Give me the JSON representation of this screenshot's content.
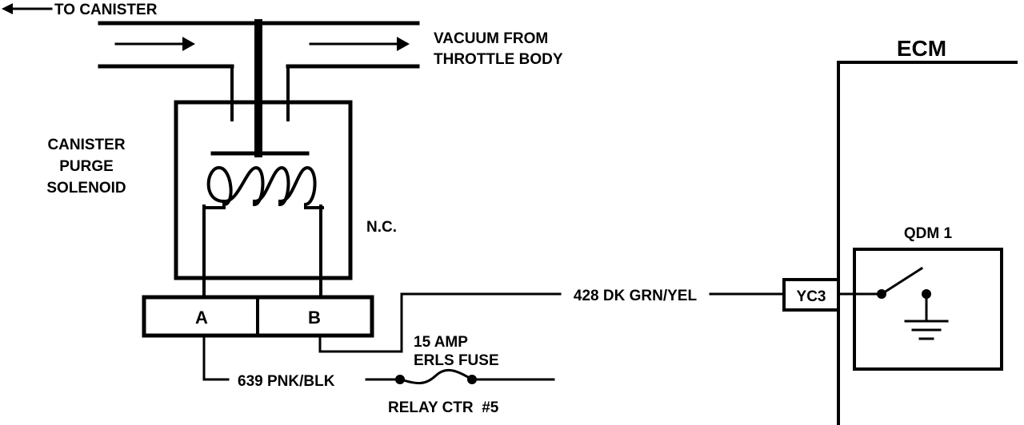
{
  "labels": {
    "to_canister": "TO CANISTER",
    "vacuum_line1": "VACUUM FROM",
    "vacuum_line2": "THROTTLE BODY",
    "solenoid_line1": "CANISTER",
    "solenoid_line2": "PURGE",
    "solenoid_line3": "SOLENOID",
    "nc": "N.C.",
    "ecm": "ECM",
    "qdm": "QDM 1",
    "terminal_a": "A",
    "terminal_b": "B",
    "connector": "YC3",
    "wire_428": "428 DK GRN/YEL",
    "wire_639": "639 PNK/BLK",
    "fuse_line1": "15 AMP",
    "fuse_line2": "ERLS FUSE",
    "relay": "RELAY CTR  #5"
  },
  "colors": {
    "ink": "#000000",
    "background": "#ffffff"
  }
}
